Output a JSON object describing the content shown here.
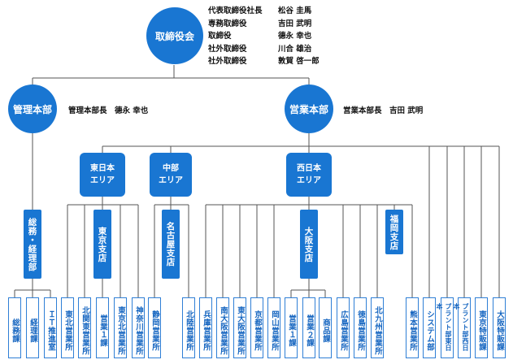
{
  "board": {
    "label": "取締役会",
    "members": [
      {
        "title": "代表取締役社長",
        "name": "松谷 圭馬"
      },
      {
        "title": "専務取締役",
        "name": "吉田 武明"
      },
      {
        "title": "取締役",
        "name": "德永 幸也"
      },
      {
        "title": "社外取締役",
        "name": "川合 雄治"
      },
      {
        "title": "社外取締役",
        "name": "敦賀 啓一郎"
      }
    ]
  },
  "management": {
    "label": "管理本部",
    "head": "管理本部長　德永 幸也"
  },
  "sales": {
    "label": "営業本部",
    "head": "営業本部長　吉田 武明"
  },
  "areas": {
    "east": "東日本\nエリア",
    "chubu": "中部\nエリア",
    "west": "西日本\nエリア"
  },
  "dept_general": "総務・経理部",
  "branches": {
    "tokyo": "東京支店",
    "nagoya": "名古屋支店",
    "osaka": "大阪支店",
    "fukuoka": "福岡支店"
  },
  "leaves": [
    "総務課",
    "経理課",
    "ＩＴ推進室",
    "東北営業所",
    "北関東営業所",
    "営業１課",
    "東京北営業所",
    "神奈川営業所",
    "静岡営業所",
    "北陸営業所",
    "兵庫営業所",
    "南大阪営業所",
    "東大阪営業所",
    "京都営業所",
    "岡山営業所",
    "営業１課",
    "営業２課",
    "商品課",
    "広島営業所",
    "徳島営業所",
    "北九州営業所",
    "熊本営業所",
    "システム部",
    "プラント部東日本",
    "プラント部西日本",
    "東京特販課",
    "大阪特販課"
  ],
  "colors": {
    "primary": "#1976d2",
    "leaf_border": "#2f7fd6",
    "line": "#555555"
  }
}
